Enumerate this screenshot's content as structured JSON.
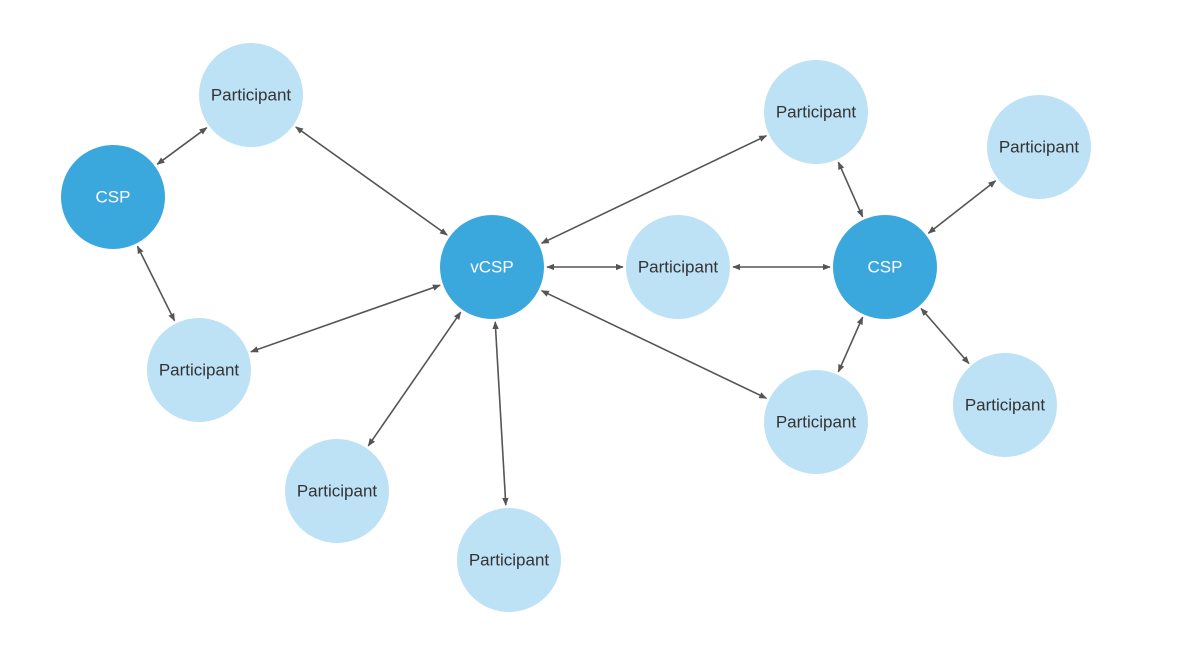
{
  "colors": {
    "hub": "#3ba8dd",
    "participant": "#bde1f5",
    "hub_text": "#ffffff",
    "participant_text": "#333333",
    "edge": "#555555"
  },
  "nodes": [
    {
      "id": "csp-left",
      "label": "CSP",
      "kind": "hub"
    },
    {
      "id": "vcsp",
      "label": "vCSP",
      "kind": "hub"
    },
    {
      "id": "csp-right",
      "label": "CSP",
      "kind": "hub"
    },
    {
      "id": "p-top-left",
      "label": "Participant",
      "kind": "participant"
    },
    {
      "id": "p-mid-left",
      "label": "Participant",
      "kind": "participant"
    },
    {
      "id": "p-bottom-left",
      "label": "Participant",
      "kind": "participant"
    },
    {
      "id": "p-bottom-center",
      "label": "Participant",
      "kind": "participant"
    },
    {
      "id": "p-center",
      "label": "Participant",
      "kind": "participant"
    },
    {
      "id": "p-top-right",
      "label": "Participant",
      "kind": "participant"
    },
    {
      "id": "p-far-right-top",
      "label": "Participant",
      "kind": "participant"
    },
    {
      "id": "p-bottom-right",
      "label": "Participant",
      "kind": "participant"
    },
    {
      "id": "p-far-right-bottom",
      "label": "Participant",
      "kind": "participant"
    }
  ],
  "edges": [
    {
      "from": "csp-left",
      "to": "p-top-left",
      "direction": "both"
    },
    {
      "from": "csp-left",
      "to": "p-mid-left",
      "direction": "both"
    },
    {
      "from": "vcsp",
      "to": "p-top-left",
      "direction": "both"
    },
    {
      "from": "vcsp",
      "to": "p-mid-left",
      "direction": "both"
    },
    {
      "from": "vcsp",
      "to": "p-bottom-left",
      "direction": "both"
    },
    {
      "from": "vcsp",
      "to": "p-bottom-center",
      "direction": "both"
    },
    {
      "from": "vcsp",
      "to": "p-center",
      "direction": "both"
    },
    {
      "from": "vcsp",
      "to": "p-top-right",
      "direction": "both"
    },
    {
      "from": "vcsp",
      "to": "p-bottom-right",
      "direction": "both"
    },
    {
      "from": "p-center",
      "to": "csp-right",
      "direction": "both"
    },
    {
      "from": "csp-right",
      "to": "p-top-right",
      "direction": "both"
    },
    {
      "from": "csp-right",
      "to": "p-far-right-top",
      "direction": "both"
    },
    {
      "from": "csp-right",
      "to": "p-bottom-right",
      "direction": "both"
    },
    {
      "from": "csp-right",
      "to": "p-far-right-bottom",
      "direction": "both"
    }
  ]
}
